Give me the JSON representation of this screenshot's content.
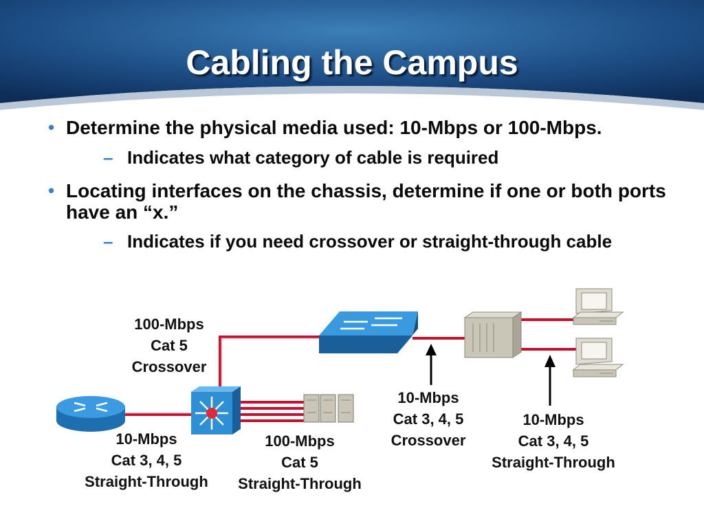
{
  "slide": {
    "title": "Cabling the Campus",
    "bullets": [
      {
        "text": "Determine the physical media used: 10-Mbps or 100-Mbps.",
        "sub": "Indicates what category of cable is required"
      },
      {
        "text": "Locating interfaces on the chassis, determine if one or both ports have an “x.”",
        "sub": "Indicates if you need crossover or straight-through cable"
      }
    ],
    "bullet_symbol": "•",
    "sub_symbol": "–"
  },
  "diagram": {
    "devices": [
      "router-icon",
      "multilayer-switch-icon",
      "workgroup-switch-icon",
      "hub-icon",
      "server-icon",
      "workstation-icon"
    ],
    "labels": {
      "crossover_100": {
        "speed": "100-Mbps",
        "category": "Cat 5",
        "type": "Crossover"
      },
      "router_link": {
        "speed": "10-Mbps",
        "category": "Cat 3, 4, 5",
        "type": "Straight-Through"
      },
      "server_link": {
        "speed": "100-Mbps",
        "category": "Cat 5",
        "type": "Straight-Through"
      },
      "hub_uplink": {
        "speed": "10-Mbps",
        "category": "Cat 3, 4, 5",
        "type": "Crossover"
      },
      "workstation_link": {
        "speed": "10-Mbps",
        "category": "Cat 3, 4, 5",
        "type": "Straight-Through"
      }
    }
  },
  "colors": {
    "header_dark": "#0d2c57",
    "header_light": "#3c7fb8",
    "cable": "#c41230",
    "device_blue": "#2e8fd4",
    "bullet": "#3a7fd0"
  }
}
